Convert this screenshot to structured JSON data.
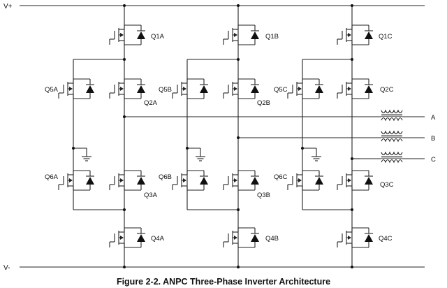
{
  "rails": {
    "top": "V+",
    "bottom": "V-"
  },
  "outputs": [
    "A",
    "B",
    "C"
  ],
  "transistors": {
    "a": {
      "q1": "Q1A",
      "q2": "Q2A",
      "q3": "Q3A",
      "q4": "Q4A",
      "q5": "Q5A",
      "q6": "Q6A"
    },
    "b": {
      "q1": "Q1B",
      "q2": "Q2B",
      "q3": "Q3B",
      "q4": "Q4B",
      "q5": "Q5B",
      "q6": "Q6B"
    },
    "c": {
      "q1": "Q1C",
      "q2": "Q2C",
      "q3": "Q3C",
      "q4": "Q4C",
      "q5": "Q5C",
      "q6": "Q6C"
    }
  },
  "caption": "Figure 2-2. ANPC Three-Phase Inverter Architecture"
}
